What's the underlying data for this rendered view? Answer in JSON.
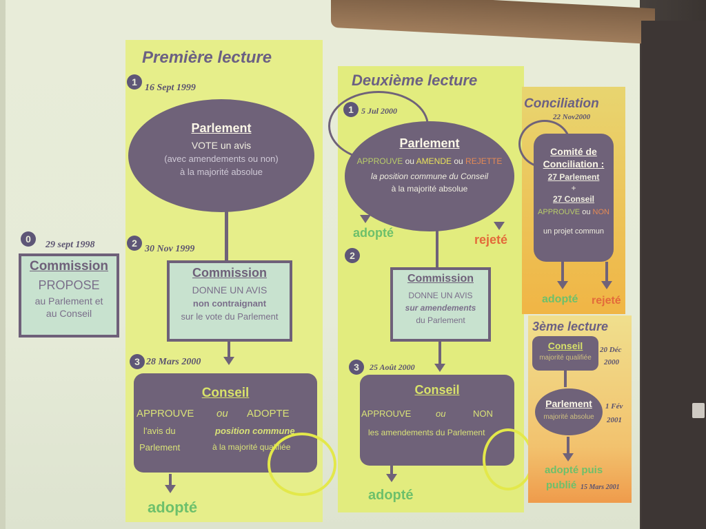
{
  "col1": {
    "heading": "Première lecture",
    "step1_num": "1",
    "step1_date": "16 Sept 1999",
    "ellipse_title": "Parlement",
    "ellipse_l1": "VOTE un avis",
    "ellipse_l2": "(avec amendements ou non)",
    "ellipse_l3": "à la majorité absolue",
    "step2_num": "2",
    "step2_date": "30 Nov 1999",
    "box_title": "Commission",
    "box_l1": "DONNE UN AVIS",
    "box_l2": "non contraignant",
    "box_l3": "sur le vote du Parlement",
    "step3_num": "3",
    "step3_date": "28 Mars 2000",
    "conseil_title": "Conseil",
    "conseil_a": "APPROUVE",
    "conseil_ou": "ou",
    "conseil_b": "ADOPTE",
    "conseil_a2": "l'avis du",
    "conseil_a3": "Parlement",
    "conseil_b2": "position commune",
    "conseil_b3": "à la majorité qualifiée",
    "result": "adopté"
  },
  "col0": {
    "num": "0",
    "date": "29 sept 1998",
    "title": "Commission",
    "l1": "PROPOSE",
    "l2": "au Parlement et",
    "l3": "au Conseil"
  },
  "col2": {
    "heading": "Deuxième lecture",
    "step1_num": "1",
    "step1_date": "5 Jul 2000",
    "ellipse_title": "Parlement",
    "w1": "APPROUVE",
    "w2": "ou",
    "w3": "AMENDE",
    "w4": "ou",
    "w5": "REJETTE",
    "ellipse_l2": "la position commune du Conseil",
    "ellipse_l3": "à la majorité absolue",
    "adopted": "adopté",
    "rejected": "rejeté",
    "step2_num": "2",
    "box_title": "Commission",
    "box_l1": "DONNE UN AVIS",
    "box_l2": "sur amendements",
    "box_l3": "du Parlement",
    "step3_num": "3",
    "step3_date": "25 Août 2000",
    "conseil_title": "Conseil",
    "conseil_a": "APPROUVE",
    "conseil_ou": "ou",
    "conseil_b": "NON",
    "conseil_l2": "les amendements du Parlement",
    "result": "adopté"
  },
  "col3": {
    "heading": "Conciliation",
    "date": "22 Nov2000",
    "box_title1": "Comité de",
    "box_title2": "Conciliation :",
    "l1": "27 Parlement",
    "l2": "+",
    "l3": "27 Conseil",
    "w1": "APPROUVE",
    "w2": "ou",
    "w3": "NON",
    "l5": "un projet commun",
    "adopted": "adopté",
    "rejected": "rejeté"
  },
  "col4": {
    "heading": "3ème lecture",
    "conseil_title": "Conseil",
    "conseil_sub": "majorité qualifiée",
    "conseil_date1": "20 Déc",
    "conseil_date2": "2000",
    "parl_title": "Parlement",
    "parl_sub": "majorité absolue",
    "parl_date1": "1 Fév",
    "parl_date2": "2001",
    "result1": "adopté puis",
    "result2": "publié",
    "result_date": "15 Mars 2001"
  }
}
